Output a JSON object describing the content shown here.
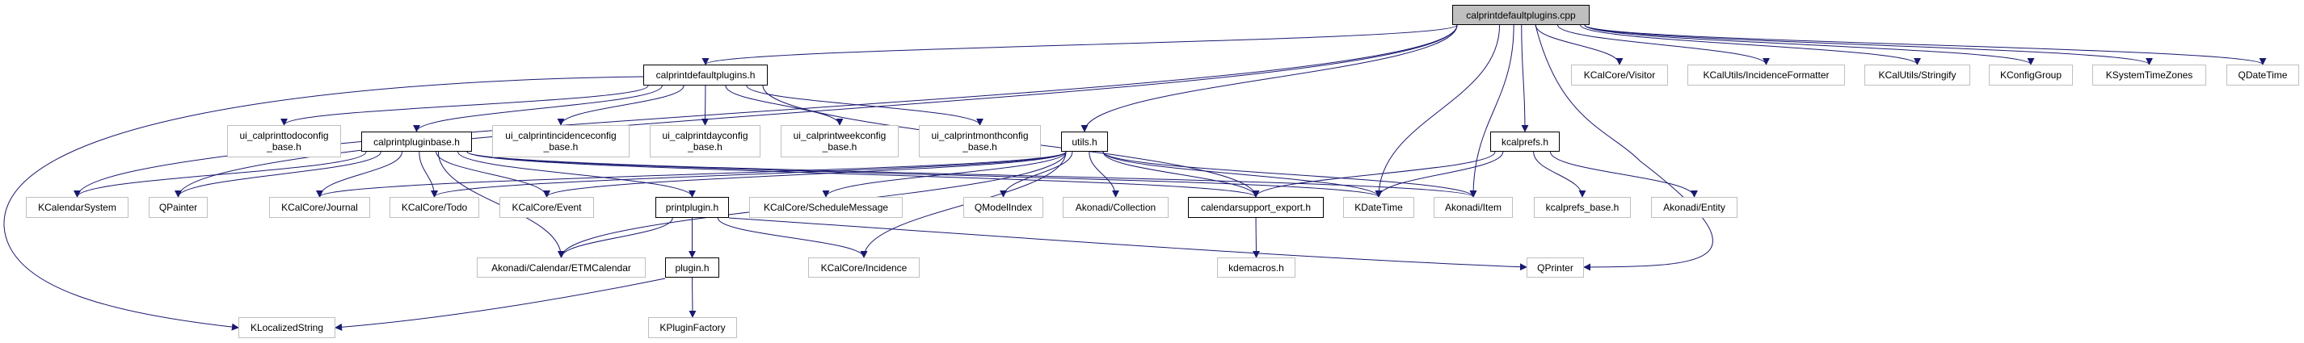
{
  "colors": {
    "edge": "#191970",
    "root_fill": "#bfbfbf",
    "external_border": "#bfbfbf",
    "documented_border": "#000000"
  },
  "nodes": [
    {
      "id": "cpp",
      "label": "calprintdefaultplugins.cpp",
      "kind": "root"
    },
    {
      "id": "defh",
      "label": "calprintdefaultplugins.h",
      "kind": "bold"
    },
    {
      "id": "visitor",
      "label": "KCalCore/Visitor",
      "kind": "ext"
    },
    {
      "id": "incfmt",
      "label": "KCalUtils/IncidenceFormatter",
      "kind": "ext"
    },
    {
      "id": "stringify",
      "label": "KCalUtils/Stringify",
      "kind": "ext"
    },
    {
      "id": "kconfiggroup",
      "label": "KConfigGroup",
      "kind": "ext"
    },
    {
      "id": "ksystz",
      "label": "KSystemTimeZones",
      "kind": "ext"
    },
    {
      "id": "qdatetime",
      "label": "QDateTime",
      "kind": "ext"
    },
    {
      "id": "uitodo",
      "label": "ui_calprinttodoconfig\n_base.h",
      "kind": "ext"
    },
    {
      "id": "pbase",
      "label": "calprintpluginbase.h",
      "kind": "bold"
    },
    {
      "id": "uiinc",
      "label": "ui_calprintincidenceconfig\n_base.h",
      "kind": "ext"
    },
    {
      "id": "uiday",
      "label": "ui_calprintdayconfig\n_base.h",
      "kind": "ext"
    },
    {
      "id": "uiweek",
      "label": "ui_calprintweekconfig\n_base.h",
      "kind": "ext"
    },
    {
      "id": "uimonth",
      "label": "ui_calprintmonthconfig\n_base.h",
      "kind": "ext"
    },
    {
      "id": "utils",
      "label": "utils.h",
      "kind": "bold"
    },
    {
      "id": "kcalprefs",
      "label": "kcalprefs.h",
      "kind": "bold"
    },
    {
      "id": "kcalsys",
      "label": "KCalendarSystem",
      "kind": "ext"
    },
    {
      "id": "qpainter",
      "label": "QPainter",
      "kind": "ext"
    },
    {
      "id": "journal",
      "label": "KCalCore/Journal",
      "kind": "ext"
    },
    {
      "id": "todo",
      "label": "KCalCore/Todo",
      "kind": "ext"
    },
    {
      "id": "event",
      "label": "KCalCore/Event",
      "kind": "ext"
    },
    {
      "id": "printplugin",
      "label": "printplugin.h",
      "kind": "bold"
    },
    {
      "id": "schedmsg",
      "label": "KCalCore/ScheduleMessage",
      "kind": "ext"
    },
    {
      "id": "qmodelindex",
      "label": "QModelIndex",
      "kind": "ext"
    },
    {
      "id": "collection",
      "label": "Akonadi/Collection",
      "kind": "ext"
    },
    {
      "id": "csexport",
      "label": "calendarsupport_export.h",
      "kind": "bold"
    },
    {
      "id": "kdatetime",
      "label": "KDateTime",
      "kind": "ext"
    },
    {
      "id": "item",
      "label": "Akonadi/Item",
      "kind": "ext"
    },
    {
      "id": "prefsbase",
      "label": "kcalprefs_base.h",
      "kind": "ext"
    },
    {
      "id": "entity",
      "label": "Akonadi/Entity",
      "kind": "ext"
    },
    {
      "id": "etm",
      "label": "Akonadi/Calendar/ETMCalendar",
      "kind": "ext"
    },
    {
      "id": "plugin",
      "label": "plugin.h",
      "kind": "bold"
    },
    {
      "id": "incidence",
      "label": "KCalCore/Incidence",
      "kind": "ext"
    },
    {
      "id": "kdemacros",
      "label": "kdemacros.h",
      "kind": "ext"
    },
    {
      "id": "qprinter",
      "label": "QPrinter",
      "kind": "ext"
    },
    {
      "id": "klocalized",
      "label": "KLocalizedString",
      "kind": "ext"
    },
    {
      "id": "kpluginfactory",
      "label": "KPluginFactory",
      "kind": "ext"
    }
  ],
  "edges": [
    [
      "cpp",
      "defh"
    ],
    [
      "cpp",
      "kcalsys"
    ],
    [
      "cpp",
      "qpainter"
    ],
    [
      "cpp",
      "utils"
    ],
    [
      "cpp",
      "kdatetime"
    ],
    [
      "cpp",
      "item"
    ],
    [
      "cpp",
      "kcalprefs"
    ],
    [
      "cpp",
      "visitor"
    ],
    [
      "cpp",
      "incfmt"
    ],
    [
      "cpp",
      "stringify"
    ],
    [
      "cpp",
      "kconfiggroup"
    ],
    [
      "cpp",
      "ksystz"
    ],
    [
      "cpp",
      "qdatetime"
    ],
    [
      "cpp",
      "qprinter"
    ],
    [
      "defh",
      "uitodo"
    ],
    [
      "defh",
      "pbase"
    ],
    [
      "defh",
      "uiinc"
    ],
    [
      "defh",
      "uiday"
    ],
    [
      "defh",
      "uiweek"
    ],
    [
      "defh",
      "uimonth"
    ],
    [
      "defh",
      "csexport"
    ],
    [
      "defh",
      "klocalized"
    ],
    [
      "pbase",
      "kcalsys"
    ],
    [
      "pbase",
      "qpainter"
    ],
    [
      "pbase",
      "journal"
    ],
    [
      "pbase",
      "todo"
    ],
    [
      "pbase",
      "event"
    ],
    [
      "pbase",
      "printplugin"
    ],
    [
      "pbase",
      "etm"
    ],
    [
      "pbase",
      "csexport"
    ],
    [
      "pbase",
      "kdatetime"
    ],
    [
      "pbase",
      "item"
    ],
    [
      "utils",
      "journal"
    ],
    [
      "utils",
      "todo"
    ],
    [
      "utils",
      "event"
    ],
    [
      "utils",
      "schedmsg"
    ],
    [
      "utils",
      "qmodelindex"
    ],
    [
      "utils",
      "collection"
    ],
    [
      "utils",
      "csexport"
    ],
    [
      "utils",
      "kdatetime"
    ],
    [
      "utils",
      "item"
    ],
    [
      "utils",
      "incidence"
    ],
    [
      "utils",
      "etm"
    ],
    [
      "printplugin",
      "plugin"
    ],
    [
      "printplugin",
      "etm"
    ],
    [
      "printplugin",
      "incidence"
    ],
    [
      "printplugin",
      "qprinter"
    ],
    [
      "plugin",
      "klocalized"
    ],
    [
      "plugin",
      "kpluginfactory"
    ],
    [
      "csexport",
      "kdemacros"
    ],
    [
      "kcalprefs",
      "csexport"
    ],
    [
      "kcalprefs",
      "kdatetime"
    ],
    [
      "kcalprefs",
      "prefsbase"
    ],
    [
      "kcalprefs",
      "entity"
    ]
  ]
}
